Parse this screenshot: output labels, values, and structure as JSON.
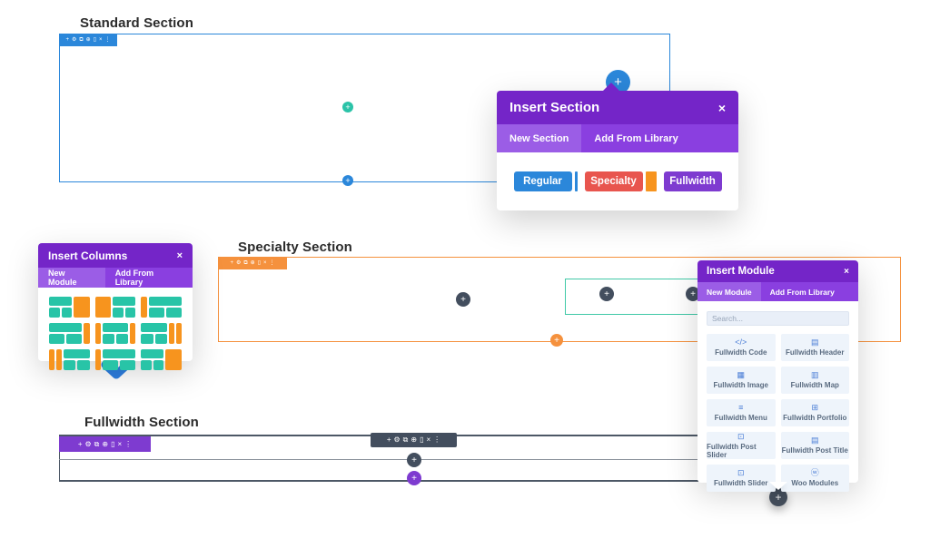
{
  "sections": {
    "standard": {
      "label": "Standard Section"
    },
    "specialty": {
      "label": "Specialty Section"
    },
    "fullwidth": {
      "label": "Fullwidth Section"
    }
  },
  "toolbar": {
    "icons": [
      "+",
      "⚙",
      "⧉",
      "⊕",
      "▯",
      "×",
      "⋮"
    ],
    "names": [
      "move",
      "settings",
      "duplicate",
      "save",
      "delete",
      "close",
      "expand"
    ]
  },
  "plus_button_glyph": "+",
  "insert_section_modal": {
    "title": "Insert Section",
    "close_glyph": "×",
    "tabs": [
      {
        "label": "New Section",
        "active": true
      },
      {
        "label": "Add From Library",
        "active": false
      }
    ],
    "buttons": [
      {
        "label": "Regular",
        "color": "#2b87da",
        "divider_color": "#2b87da",
        "divider_width": 3
      },
      {
        "label": "Specialty",
        "color": "#e8554e",
        "divider_color": "#f7941e",
        "divider_width": 12
      },
      {
        "label": "Fullwidth",
        "color": "#7e3bd0",
        "divider_color": null,
        "divider_width": 0
      }
    ]
  },
  "insert_columns_modal": {
    "title": "Insert Columns",
    "close_glyph": "×",
    "tabs": [
      {
        "label": "New Module",
        "active": true
      },
      {
        "label": "Add From Library",
        "active": false
      }
    ],
    "layouts": [
      [
        {
          "t": "rows",
          "f": 2.0
        },
        {
          "t": "solid",
          "f": 1.4
        }
      ],
      [
        {
          "t": "solid",
          "f": 1.4
        },
        {
          "t": "rows",
          "f": 2.0
        }
      ],
      [
        {
          "t": "solid",
          "f": 0.5
        },
        {
          "t": "rows",
          "f": 2.9
        }
      ],
      [
        {
          "t": "rows",
          "f": 2.9
        },
        {
          "t": "solid",
          "f": 0.5
        }
      ],
      [
        {
          "t": "solid",
          "f": 0.5
        },
        {
          "t": "rows",
          "f": 2.4
        },
        {
          "t": "solid",
          "f": 0.5
        }
      ],
      [
        {
          "t": "rows",
          "f": 2.4
        },
        {
          "t": "solid",
          "f": 0.5
        },
        {
          "t": "solid",
          "f": 0.5
        }
      ],
      [
        {
          "t": "solid",
          "f": 0.5
        },
        {
          "t": "solid",
          "f": 0.5
        },
        {
          "t": "rows",
          "f": 2.4
        }
      ],
      [
        {
          "t": "solid",
          "f": 0.5
        },
        {
          "t": "rows",
          "f": 2.9
        }
      ],
      [
        {
          "t": "rows",
          "f": 2.0
        },
        {
          "t": "solid",
          "f": 1.4
        }
      ]
    ]
  },
  "insert_module_modal": {
    "title": "Insert Module",
    "close_glyph": "×",
    "tabs": [
      {
        "label": "New Module",
        "active": true
      },
      {
        "label": "Add From Library",
        "active": false
      }
    ],
    "search_placeholder": "Search...",
    "modules": [
      {
        "label": "Fullwidth Code",
        "icon": "</>"
      },
      {
        "label": "Fullwidth Header",
        "icon": "▤"
      },
      {
        "label": "Fullwidth Image",
        "icon": "▦"
      },
      {
        "label": "Fullwidth Map",
        "icon": "▥"
      },
      {
        "label": "Fullwidth Menu",
        "icon": "≡"
      },
      {
        "label": "Fullwidth Portfolio",
        "icon": "⊞"
      },
      {
        "label": "Fullwidth Post Slider",
        "icon": "⊡"
      },
      {
        "label": "Fullwidth Post Title",
        "icon": "▤"
      },
      {
        "label": "Fullwidth Slider",
        "icon": "⊡"
      },
      {
        "label": "Woo Modules",
        "icon": "ⓦ"
      }
    ]
  },
  "colors": {
    "blue": "#2b87da",
    "teal": "#2bc3a8",
    "teal_border": "#41c9a7",
    "orange": "#f5913d",
    "grid_orange": "#f7941e",
    "grid_green": "#28c4a7",
    "purple": "#7e3bd0",
    "modal_header_purple": "#7425c8",
    "tab_strip_purple": "#8a3fe0",
    "tab_active_purple": "#9b5de6",
    "slate": "#434e5e"
  }
}
